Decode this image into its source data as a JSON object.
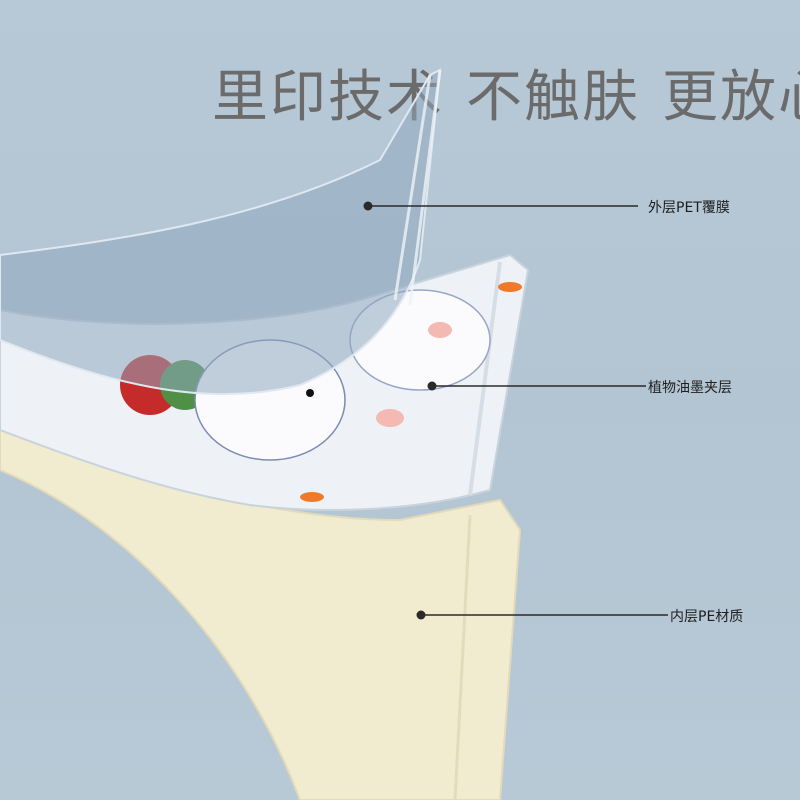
{
  "headline": {
    "parts": [
      "里印技术",
      "不触肤",
      "更放心"
    ]
  },
  "callouts": [
    {
      "label": "外层PET覆膜"
    },
    {
      "label": "植物油墨夹层"
    },
    {
      "label": "内层PE材质"
    }
  ],
  "colors": {
    "background": "#b4c6d4",
    "headline": "#6b6b6b",
    "inner_pe_layer": "#f1ebcf",
    "ink_layer": "#eef2f6",
    "pet_film": "#8fa8bd"
  }
}
